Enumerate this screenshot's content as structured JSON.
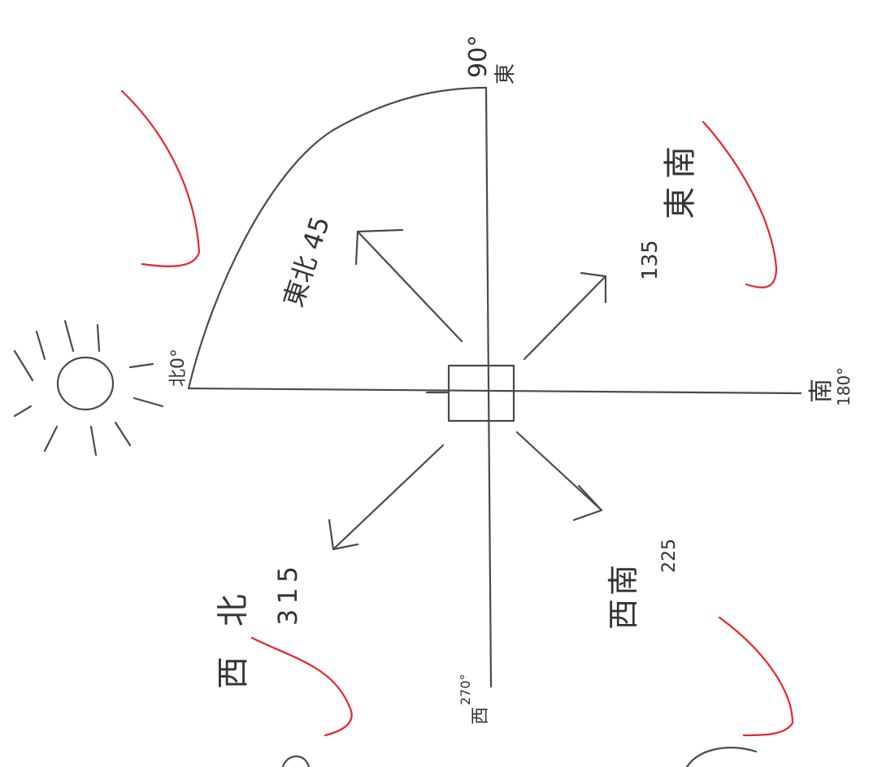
{
  "diagram": {
    "labels": {
      "north": "北0°",
      "east": "東",
      "east_degrees": "90°",
      "south": "南",
      "south_degrees": "180°",
      "west": "西",
      "west_degrees": "270°",
      "northeast": "東北 45",
      "southeast_degrees": "135",
      "southeast": "東南",
      "southwest": "西南",
      "southwest_degrees": "225",
      "northwest": "西 北",
      "northwest_degrees": "315"
    },
    "colors": {
      "pencil": "#4a4a4a",
      "red_mark": "#e8262e"
    },
    "icons": [
      "sun-icon"
    ]
  }
}
